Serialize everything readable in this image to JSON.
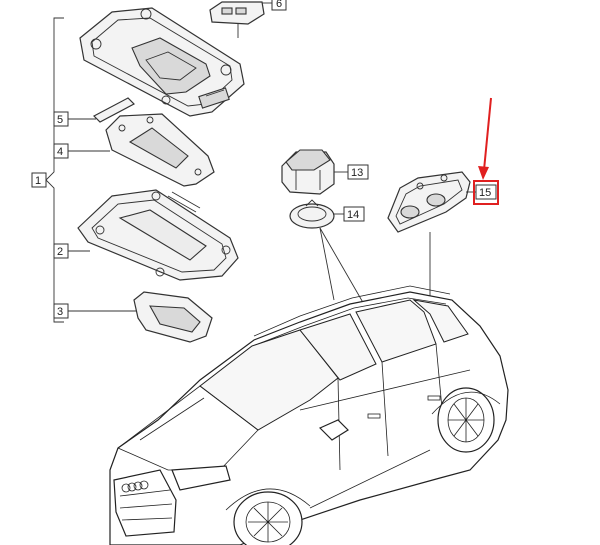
{
  "callouts": {
    "c1": "1",
    "c2": "2",
    "c3": "3",
    "c4": "4",
    "c5": "5",
    "c6": "6",
    "c13": "13",
    "c14": "14",
    "c15": "15"
  },
  "highlight": {
    "color": "#e02020",
    "target_callout": "15"
  }
}
